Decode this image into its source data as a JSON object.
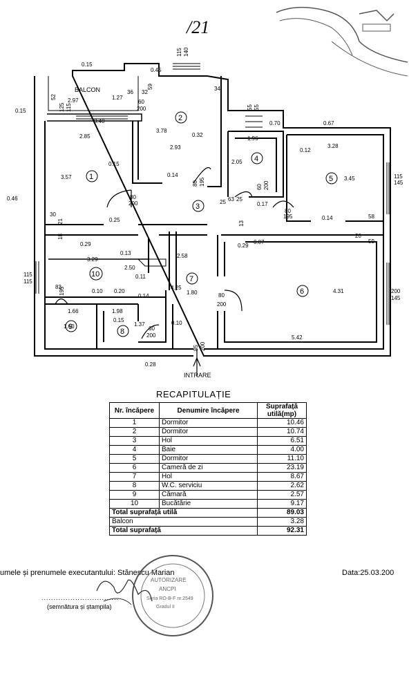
{
  "header": {
    "page_number": "/21"
  },
  "plan": {
    "rooms": [
      "1",
      "2",
      "3",
      "4",
      "5",
      "6",
      "7",
      "8",
      "9",
      "10"
    ],
    "balcony_label": "BALCON",
    "entrance_label": "INTRARE",
    "dimensions": {
      "d_015_top": "0.15",
      "d_045": "0.45",
      "d_115a": "115",
      "d_140": "140",
      "d_297": "2.97",
      "d_127": "1.27",
      "d_52": "52",
      "d_36": "36",
      "d_32": "32",
      "d_59": "59",
      "d_60a": "60",
      "d_200a": "200",
      "d_125": "125",
      "d_115b": "115",
      "d_015_left": "0.15",
      "d_040": "0.40",
      "d_34": "34",
      "d_378": "3.78",
      "d_032": "0.32",
      "d_55a": "55",
      "d_55b": "55",
      "d_070": "0.70",
      "d_067": "0.67",
      "d_285": "2.85",
      "d_196": "1.96",
      "d_293": "2.93",
      "d_012": "0.12",
      "d_328": "3.28",
      "d_357": "3.57",
      "d_015_mid": "0.15",
      "d_205": "2.05",
      "d_345": "3.45",
      "d_115c": "115",
      "d_145a": "145",
      "d_014a": "0.14",
      "d_80a": "80",
      "d_195a": "195",
      "d_80b": "80",
      "d_200b": "200",
      "d_046": "0.46",
      "d_017": "0.17",
      "d_80c": "80",
      "d_195b": "195",
      "d_30": "30",
      "d_21": "21",
      "d_025": "0.25",
      "d_014b": "0.14",
      "d_58": "58",
      "d_13": "13",
      "d_18": "18",
      "d_029a": "0.29",
      "d_013": "0.13",
      "d_258": "2.58",
      "d_029b": "0.29",
      "d_007": "0.07",
      "d_20": "20",
      "d_59b": "59",
      "d_329": "3.29",
      "d_250": "2.50",
      "d_115d": "115",
      "d_115e": "115",
      "d_011": "0.11",
      "d_431": "4.31",
      "d_200c": "200",
      "d_145b": "145",
      "d_010": "0.10",
      "d_020": "0.20",
      "d_425": "4.25",
      "d_014c": "0.14",
      "d_180": "1.80",
      "d_80d": "80",
      "d_200d": "200",
      "d_166": "1.66",
      "d_198": "1.98",
      "d_015_low": "0.15",
      "d_160": "1.60",
      "d_137": "1.37",
      "d_010b": "0.10",
      "d_60b": "60",
      "d_200e": "200",
      "d_542": "5.42",
      "d_028": "0.28",
      "d_85": "85",
      "d_200f": "200",
      "d_25a": "25",
      "d_63": "63",
      "d_25b": "25",
      "d_83": "83",
      "d_195c": "195",
      "d_60c": "60",
      "d_200g": "200"
    }
  },
  "recap": {
    "title": "RECAPITULAȚIE",
    "headers": [
      "Nr. încăpere",
      "Denumire încăpere",
      "Suprafață utilă(mp)"
    ],
    "rows": [
      [
        "1",
        "Dormitor",
        "10.46"
      ],
      [
        "2",
        "Dormitor",
        "10.74"
      ],
      [
        "3",
        "Hol",
        "6.51"
      ],
      [
        "4",
        "Baie",
        "4.00"
      ],
      [
        "5",
        "Dormitor",
        "11.10"
      ],
      [
        "6",
        "Cameră de zi",
        "23.19"
      ],
      [
        "7",
        "Hol",
        "8.67"
      ],
      [
        "8",
        "W.C. serviciu",
        "2.62"
      ],
      [
        "9",
        "Cămară",
        "2.57"
      ],
      [
        "10",
        "Bucătărie",
        "9.17"
      ]
    ],
    "total_useful_label": "Total suprafață utilă",
    "total_useful_value": "89.03",
    "balcony_label": "Balcon",
    "balcony_value": "3.28",
    "total_label": "Total suprafață",
    "total_value": "92.31"
  },
  "footer": {
    "executor": "umele și prenumele executantului: Stănescu Marian",
    "date": "Data:25.03.200",
    "signature_caption": "(semnătura și ștampila)",
    "dots": "................................"
  },
  "stamp_text": [
    "AUTORIZARE",
    "ANCPI",
    "Seria RO-B-F nr.2549",
    "Gradul II"
  ],
  "colors": {
    "ink": "#000000",
    "paper": "#ffffff",
    "stamp": "#555555"
  }
}
